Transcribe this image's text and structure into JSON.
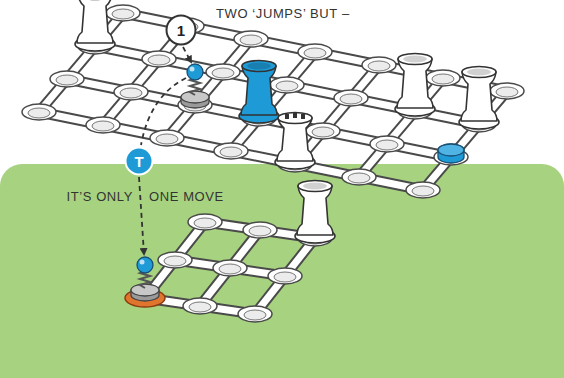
{
  "diagram": {
    "nodes": [
      {
        "text": [
          "1"
        ]
      },
      {
        "text": [
          "T"
        ]
      }
    ],
    "labels": [
      "TWO ‘JUMPS’ BUT –",
      "IT’S ONLY",
      "ONE MOVE"
    ]
  }
}
